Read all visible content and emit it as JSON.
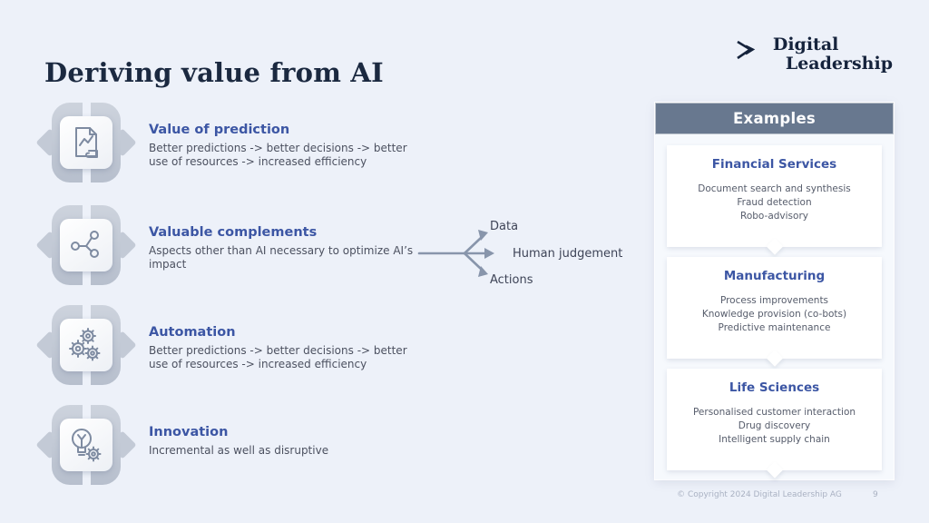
{
  "slide": {
    "title": "Deriving value from AI",
    "footer": "© Copyright 2024 Digital Leadership AG",
    "page_number": "9"
  },
  "logo": {
    "line1": "Digital",
    "line2": "Leadership"
  },
  "items": [
    {
      "icon": "document-chart-icon",
      "heading": "Value of prediction",
      "body": "Better predictions -> better decisions -> better use of resources -> increased efficiency"
    },
    {
      "icon": "network-nodes-icon",
      "heading": "Valuable complements",
      "body": "Aspects other than AI necessary to optimize AI’s impact"
    },
    {
      "icon": "gears-icon",
      "heading": "Automation",
      "body": "Better predictions -> better decisions -> better use of resources -> increased efficiency"
    },
    {
      "icon": "lightbulb-gear-icon",
      "heading": "Innovation",
      "body": "Incremental as well as disruptive"
    }
  ],
  "fork_diagram": {
    "labels": [
      "Data",
      "Human judgement",
      "Actions"
    ]
  },
  "examples_panel": {
    "header": "Examples",
    "sections": [
      {
        "title": "Financial Services",
        "items": [
          "Document search and synthesis",
          "Fraud detection",
          "Robo-advisory"
        ]
      },
      {
        "title": "Manufacturing",
        "items": [
          "Process improvements",
          "Knowledge provision (co-bots)",
          "Predictive maintenance"
        ]
      },
      {
        "title": "Life Sciences",
        "items": [
          "Personalised customer interaction",
          "Drug discovery",
          "Intelligent supply chain"
        ]
      }
    ]
  },
  "colors": {
    "background": "#edf1f9",
    "title_navy": "#1b2940",
    "heading_blue": "#3c56a4",
    "panel_header_gray": "#68788f",
    "arrow_gray": "#8895ab",
    "badge_gray": "#c0c7d3"
  }
}
